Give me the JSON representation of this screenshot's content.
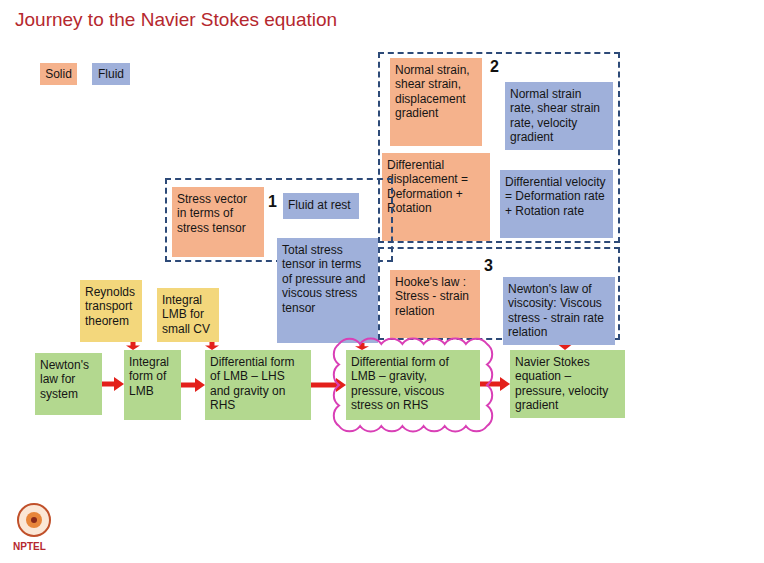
{
  "diagram": {
    "title": "Journey to the Navier Stokes equation",
    "nodes": [
      {
        "text": [
          "2"
        ]
      },
      {
        "text": [
          "Normal strain, shear strain, displacement gradient"
        ],
        "in": 0
      },
      {
        "text": [
          "Normal strain rate, shear strain rate, velocity gradient"
        ],
        "in": 0
      },
      {
        "text": [
          "Differential displacement = Deformation + Rotation"
        ],
        "in": 0
      },
      {
        "text": [
          "Differential velocity = Deformation rate + Rotation rate"
        ],
        "in": 0
      },
      {
        "text": [
          "1"
        ]
      },
      {
        "text": [
          "Stress vector in terms of stress tensor"
        ],
        "in": 5
      },
      {
        "text": [
          "Fluid at rest"
        ],
        "in": 5
      },
      {
        "text": [
          "Total stress tensor in terms of pressure and viscous stress tensor"
        ]
      },
      {
        "text": [
          "3"
        ]
      },
      {
        "text": [
          "Hooke's law : Stress - strain relation"
        ],
        "in": 9
      },
      {
        "text": [
          "Newton's law of viscosity: Viscous stress - strain rate relation"
        ],
        "in": 9
      },
      {
        "text": [
          "Reynolds transport theorem"
        ]
      },
      {
        "text": [
          "Integral LMB for small CV"
        ]
      },
      {
        "text": [
          "Newton's law for system"
        ]
      },
      {
        "text": [
          "Integral form of LMB"
        ]
      },
      {
        "text": [
          "Differential form of LMB – LHS and gravity on RHS"
        ]
      },
      {
        "text": [
          "Differential form of LMB – gravity, pressure, viscous stress on RHS"
        ]
      },
      {
        "text": [
          "Navier Stokes equation – pressure, velocity gradient"
        ]
      }
    ],
    "edges": [
      {
        "from": 14,
        "to": 15,
        "arrow": "to"
      },
      {
        "from": 15,
        "to": 16,
        "arrow": "to"
      },
      {
        "from": 16,
        "to": 17,
        "arrow": "to"
      },
      {
        "from": 17,
        "to": 18,
        "arrow": "to"
      },
      {
        "from": 12,
        "to": 15,
        "arrow": "to"
      },
      {
        "from": 13,
        "to": 16,
        "arrow": "to"
      },
      {
        "from": 8,
        "to": 17,
        "arrow": "to"
      },
      {
        "from": 9,
        "to": 18,
        "arrow": "to"
      }
    ],
    "labels": [
      "NPTEL"
    ],
    "legend": [
      {
        "text": "Solid",
        "color": "#f5b28c"
      },
      {
        "text": "Fluid",
        "color": "#9fb0da"
      }
    ]
  }
}
